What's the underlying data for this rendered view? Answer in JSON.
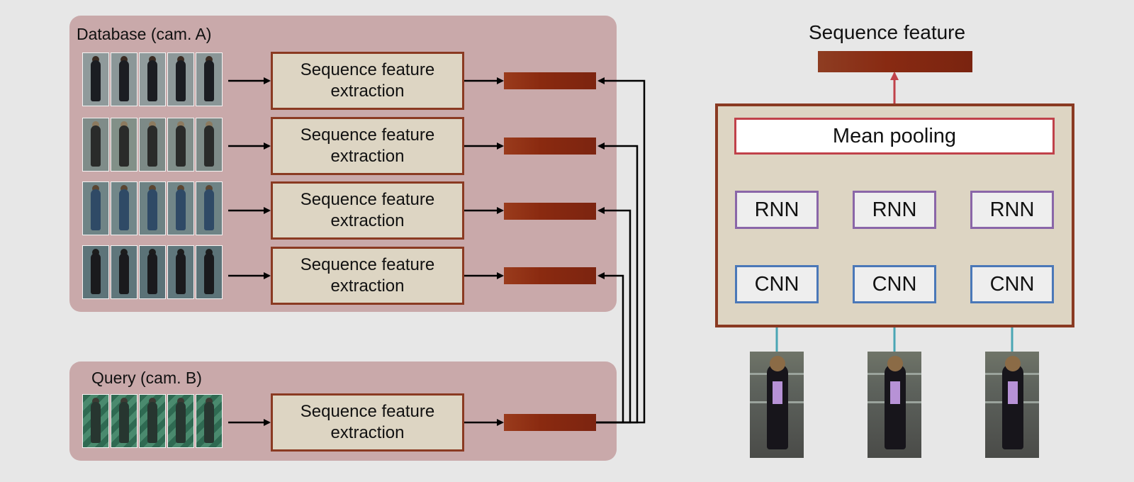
{
  "database": {
    "title": "Database (cam. A)",
    "rows": [
      {
        "extractor_label": "Sequence feature\nextraction"
      },
      {
        "extractor_label": "Sequence feature\nextraction"
      },
      {
        "extractor_label": "Sequence feature\nextraction"
      },
      {
        "extractor_label": "Sequence feature\nextraction"
      }
    ]
  },
  "query": {
    "title": "Query (cam. B)",
    "extractor_label": "Sequence feature\nextraction"
  },
  "model": {
    "output_label": "Sequence feature",
    "pool_label": "Mean pooling",
    "rnn_labels": [
      "RNN",
      "RNN",
      "RNN"
    ],
    "cnn_labels": [
      "CNN",
      "CNN",
      "CNN"
    ]
  },
  "colors": {
    "panel": "#c9a9aa",
    "feature": "#8a2a10",
    "extract_box": "#ddd5c3",
    "model_frame": "#8a3a22",
    "pool": "#c0424a",
    "rnn": "#8a66a8",
    "cnn": "#4a78b8",
    "input_arrow": "#4aa6b4"
  }
}
